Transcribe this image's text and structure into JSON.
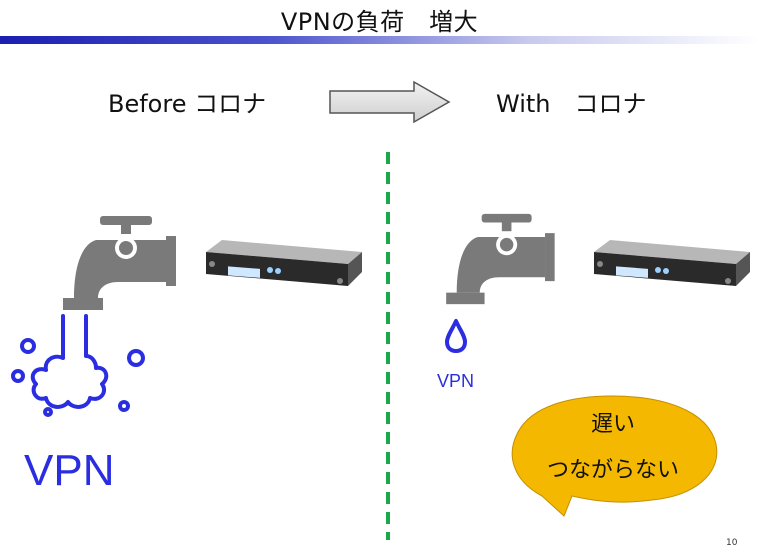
{
  "slide": {
    "title": "VPNの負荷　増大",
    "before_label": "Before コロナ",
    "with_label": "With　コロナ",
    "left_vpn_label": "VPN",
    "right_vpn_label": "VPN",
    "bubble_line1": "遅い",
    "bubble_line2": "つながらない",
    "page_number": "10"
  },
  "colors": {
    "title_bar": "#1a1fb0",
    "water": "#2a2ee0",
    "divider": "#1aa84a",
    "faucet": "#7a7a7a",
    "bubble": "#f5b800"
  },
  "icons": [
    "faucet-icon",
    "server-icon",
    "water-splash-icon",
    "water-drop-icon",
    "arrow-right-icon"
  ]
}
